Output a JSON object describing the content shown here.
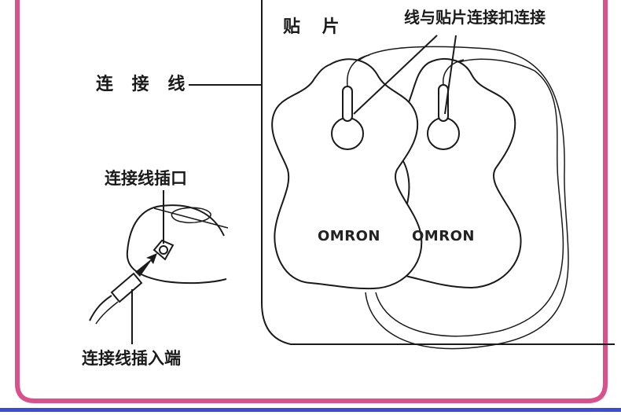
{
  "labels": {
    "pad": "贴 片",
    "snap": "线与贴片连接扣连接",
    "cable": "连 接 线",
    "port": "连接线插口",
    "plug": "连接线插入端"
  },
  "pads": [
    {
      "brand": "OMRON"
    },
    {
      "brand": "OMRON"
    }
  ],
  "colors": {
    "frame_border": "#d9508a",
    "bottom_bar": "#3a4bd8",
    "line": "#1a1a1a"
  }
}
